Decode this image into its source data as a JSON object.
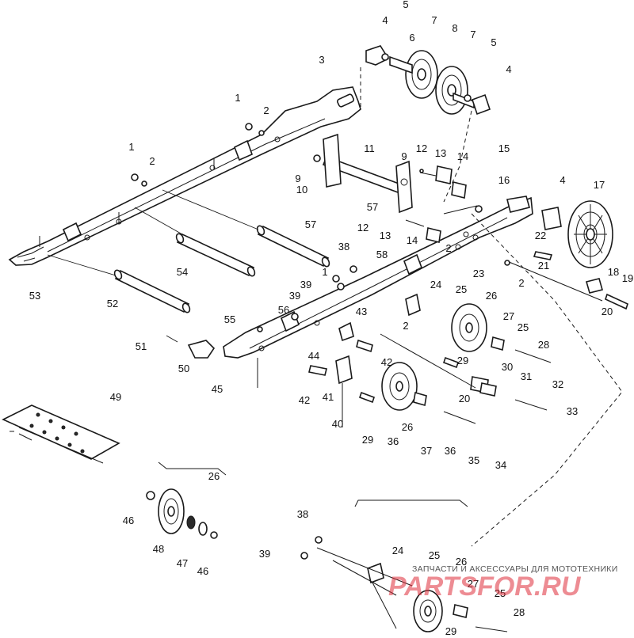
{
  "diagram": {
    "labels": [
      "1",
      "2",
      "3",
      "4",
      "5",
      "6",
      "7",
      "8",
      "9",
      "10",
      "11",
      "12",
      "13",
      "14",
      "15",
      "16",
      "17",
      "18",
      "19",
      "20",
      "21",
      "22",
      "23",
      "24",
      "25",
      "26",
      "27",
      "28",
      "29",
      "30",
      "31",
      "32",
      "33",
      "34",
      "35",
      "36",
      "37",
      "38",
      "39",
      "40",
      "41",
      "42",
      "43",
      "44",
      "45",
      "46",
      "47",
      "48",
      "49",
      "50",
      "51",
      "52",
      "53",
      "54",
      "55",
      "56",
      "57",
      "58"
    ]
  },
  "watermark": {
    "tagline": "ЗАПЧАСТИ И АКСЕССУАРЫ ДЛЯ МОТОТЕХНИКИ",
    "brand": "PARTSFOR.RU",
    "color": "#e0303c"
  }
}
